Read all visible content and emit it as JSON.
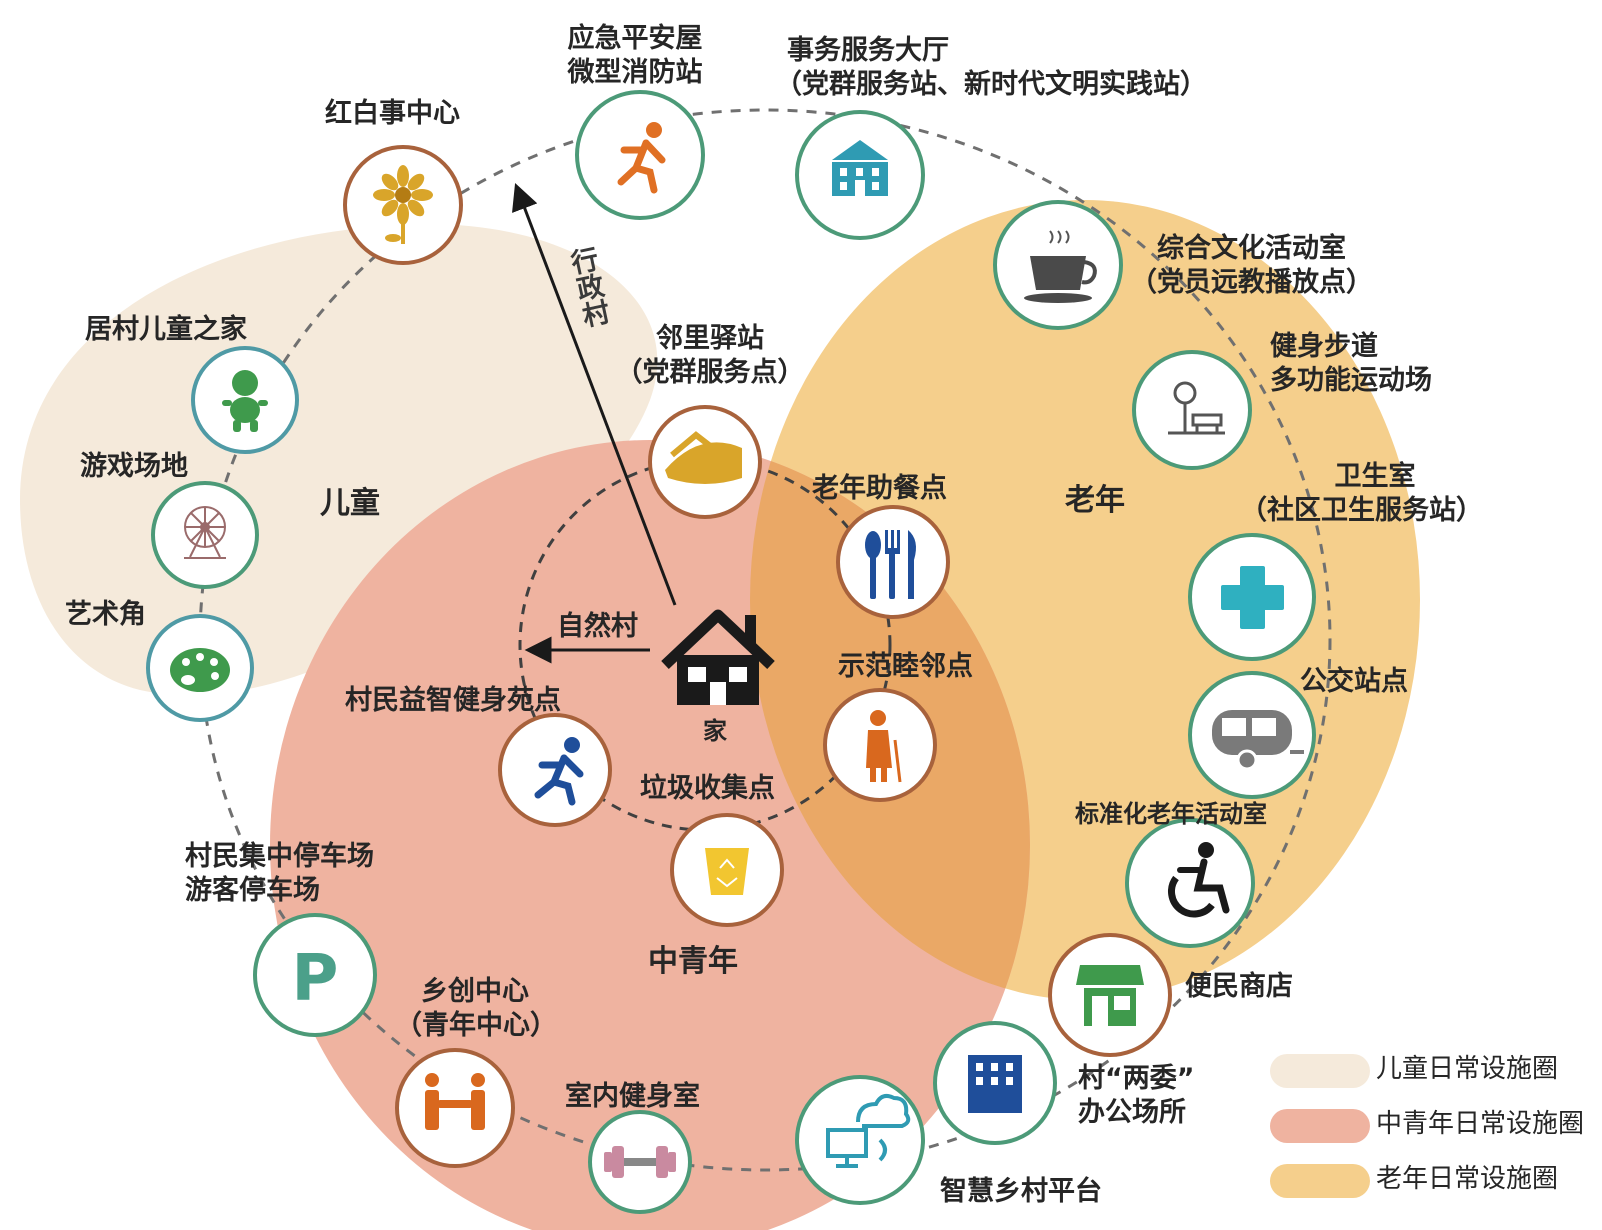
{
  "colors": {
    "children_zone": "#f5eadb",
    "youth_zone": "#efb3a0",
    "elderly_zone": "#f5cf8c",
    "overlap_zone": "#eaa866",
    "ring_green": "#4c9a78",
    "ring_teal": "#4f9aa5",
    "ring_brown": "#a8623c",
    "dash_line": "#707070"
  },
  "zones": {
    "children": "儿童",
    "youth": "中青年",
    "elderly": "老年"
  },
  "center": {
    "home": "家",
    "natural_village": "自然村",
    "admin_village": "行政村"
  },
  "facilities": {
    "emergency": {
      "line1": "应急平安屋",
      "line2": "微型消防站",
      "icon": "running-person-icon"
    },
    "service_hall": {
      "line1": "事务服务大厅",
      "line2": "（党群服务站、新时代文明实践站）",
      "icon": "building-icon"
    },
    "weddings": {
      "line1": "红白事中心",
      "icon": "flower-icon"
    },
    "culture_room": {
      "line1": "综合文化活动室",
      "line2": "（党员远教播放点）",
      "icon": "coffee-cup-icon"
    },
    "children_home": {
      "line1": "居村儿童之家",
      "icon": "baby-icon"
    },
    "fitness_trail": {
      "line1": "健身步道",
      "line2": "多功能运动场",
      "icon": "park-bench-icon"
    },
    "playground": {
      "line1": "游戏场地",
      "icon": "ferris-wheel-icon"
    },
    "clinic": {
      "line1": "卫生室",
      "line2": "（社区卫生服务站）",
      "icon": "medical-cross-icon"
    },
    "art_corner": {
      "line1": "艺术角",
      "icon": "palette-icon"
    },
    "bus_stop": {
      "line1": "公交站点",
      "icon": "bus-icon"
    },
    "elderly_activity": {
      "line1": "标准化老年活动室",
      "icon": "wheelchair-icon"
    },
    "convenience_store": {
      "line1": "便民商店",
      "icon": "storefront-icon"
    },
    "committees": {
      "line1": "村“两委”",
      "line2": "办公场所",
      "icon": "office-building-icon"
    },
    "smart_platform": {
      "line1": "智慧乡村平台",
      "icon": "cloud-computer-icon"
    },
    "indoor_gym": {
      "line1": "室内健身室",
      "icon": "dumbbell-icon"
    },
    "startup_center": {
      "line1": "乡创中心",
      "line2": "（青年中心）",
      "icon": "handshake-icon"
    },
    "parking": {
      "line1": "村民集中停车场",
      "line2": "游客停车场",
      "icon": "parking-icon",
      "glyph": "P"
    },
    "neighbor_station": {
      "line1": "邻里驿站",
      "line2": "（党群服务点）",
      "icon": "house-icon"
    },
    "elderly_meals": {
      "line1": "老年助餐点",
      "icon": "cutlery-icon"
    },
    "model_neighbor": {
      "line1": "示范睦邻点",
      "icon": "elderly-person-icon"
    },
    "garbage": {
      "line1": "垃圾收集点",
      "icon": "recycle-bin-icon"
    },
    "fitness_park": {
      "line1": "村民益智健身苑点",
      "icon": "running-person-icon"
    }
  },
  "legend": [
    {
      "label": "儿童日常设施圈",
      "color": "#f5eadb"
    },
    {
      "label": "中青年日常设施圈",
      "color": "#efb3a0"
    },
    {
      "label": "老年日常设施圈",
      "color": "#f5cf8c"
    }
  ]
}
